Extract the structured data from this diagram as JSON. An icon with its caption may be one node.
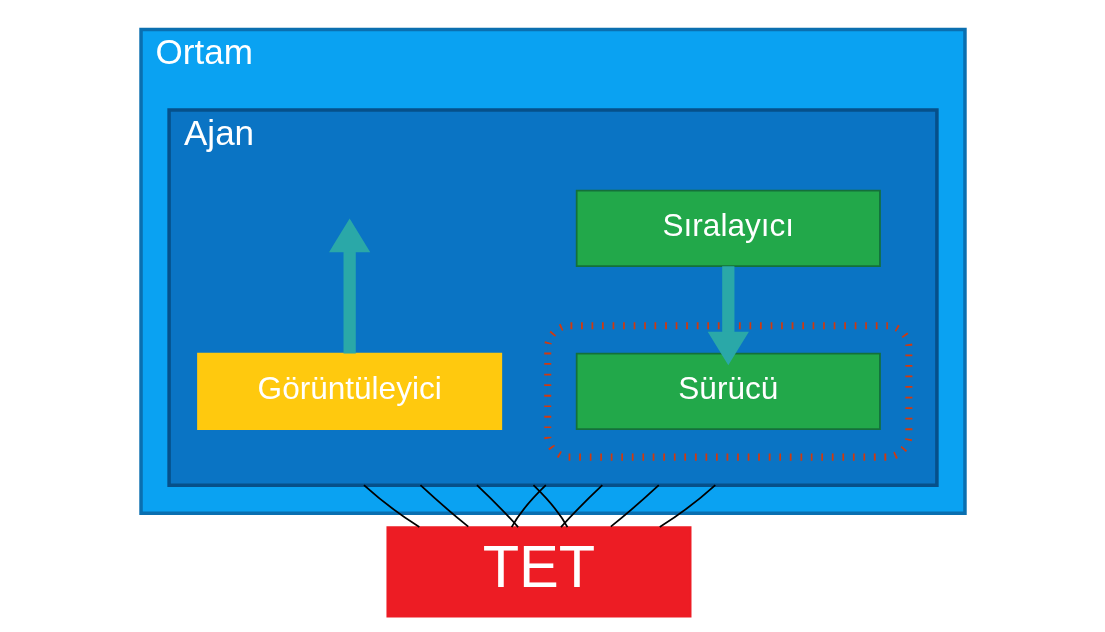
{
  "diagram": {
    "nodes": [
      {
        "text": [
          "Ortam"
        ]
      },
      {
        "text": [
          "Ajan"
        ],
        "in": 0
      },
      {
        "text": [
          "Sıralayıcı"
        ],
        "in": 1
      },
      {
        "text": [
          "Görüntüleyici"
        ],
        "in": 1
      },
      {
        "text": [],
        "shape": "box",
        "in": 1
      },
      {
        "text": [
          "Sürücü"
        ],
        "in": 4
      },
      {
        "text": [
          "TET"
        ]
      }
    ],
    "edges": [
      {
        "from": 2,
        "to": 5,
        "arrow": "to",
        "style": "thick",
        "color": "#2aa8a8"
      },
      {
        "from": 3,
        "to": null,
        "arrow": "to",
        "style": "thick",
        "color": "#2aa8a8"
      },
      {
        "from": 1,
        "to": 6,
        "arrow": "none"
      },
      {
        "from": 1,
        "to": 6,
        "arrow": "none"
      },
      {
        "from": 1,
        "to": 6,
        "arrow": "none"
      },
      {
        "from": 1,
        "to": 6,
        "arrow": "none"
      },
      {
        "from": 1,
        "to": 6,
        "arrow": "none"
      },
      {
        "from": 1,
        "to": 6,
        "arrow": "none"
      },
      {
        "from": 1,
        "to": 6,
        "arrow": "none"
      },
      {
        "from": 1,
        "to": 6,
        "arrow": "none"
      }
    ]
  }
}
